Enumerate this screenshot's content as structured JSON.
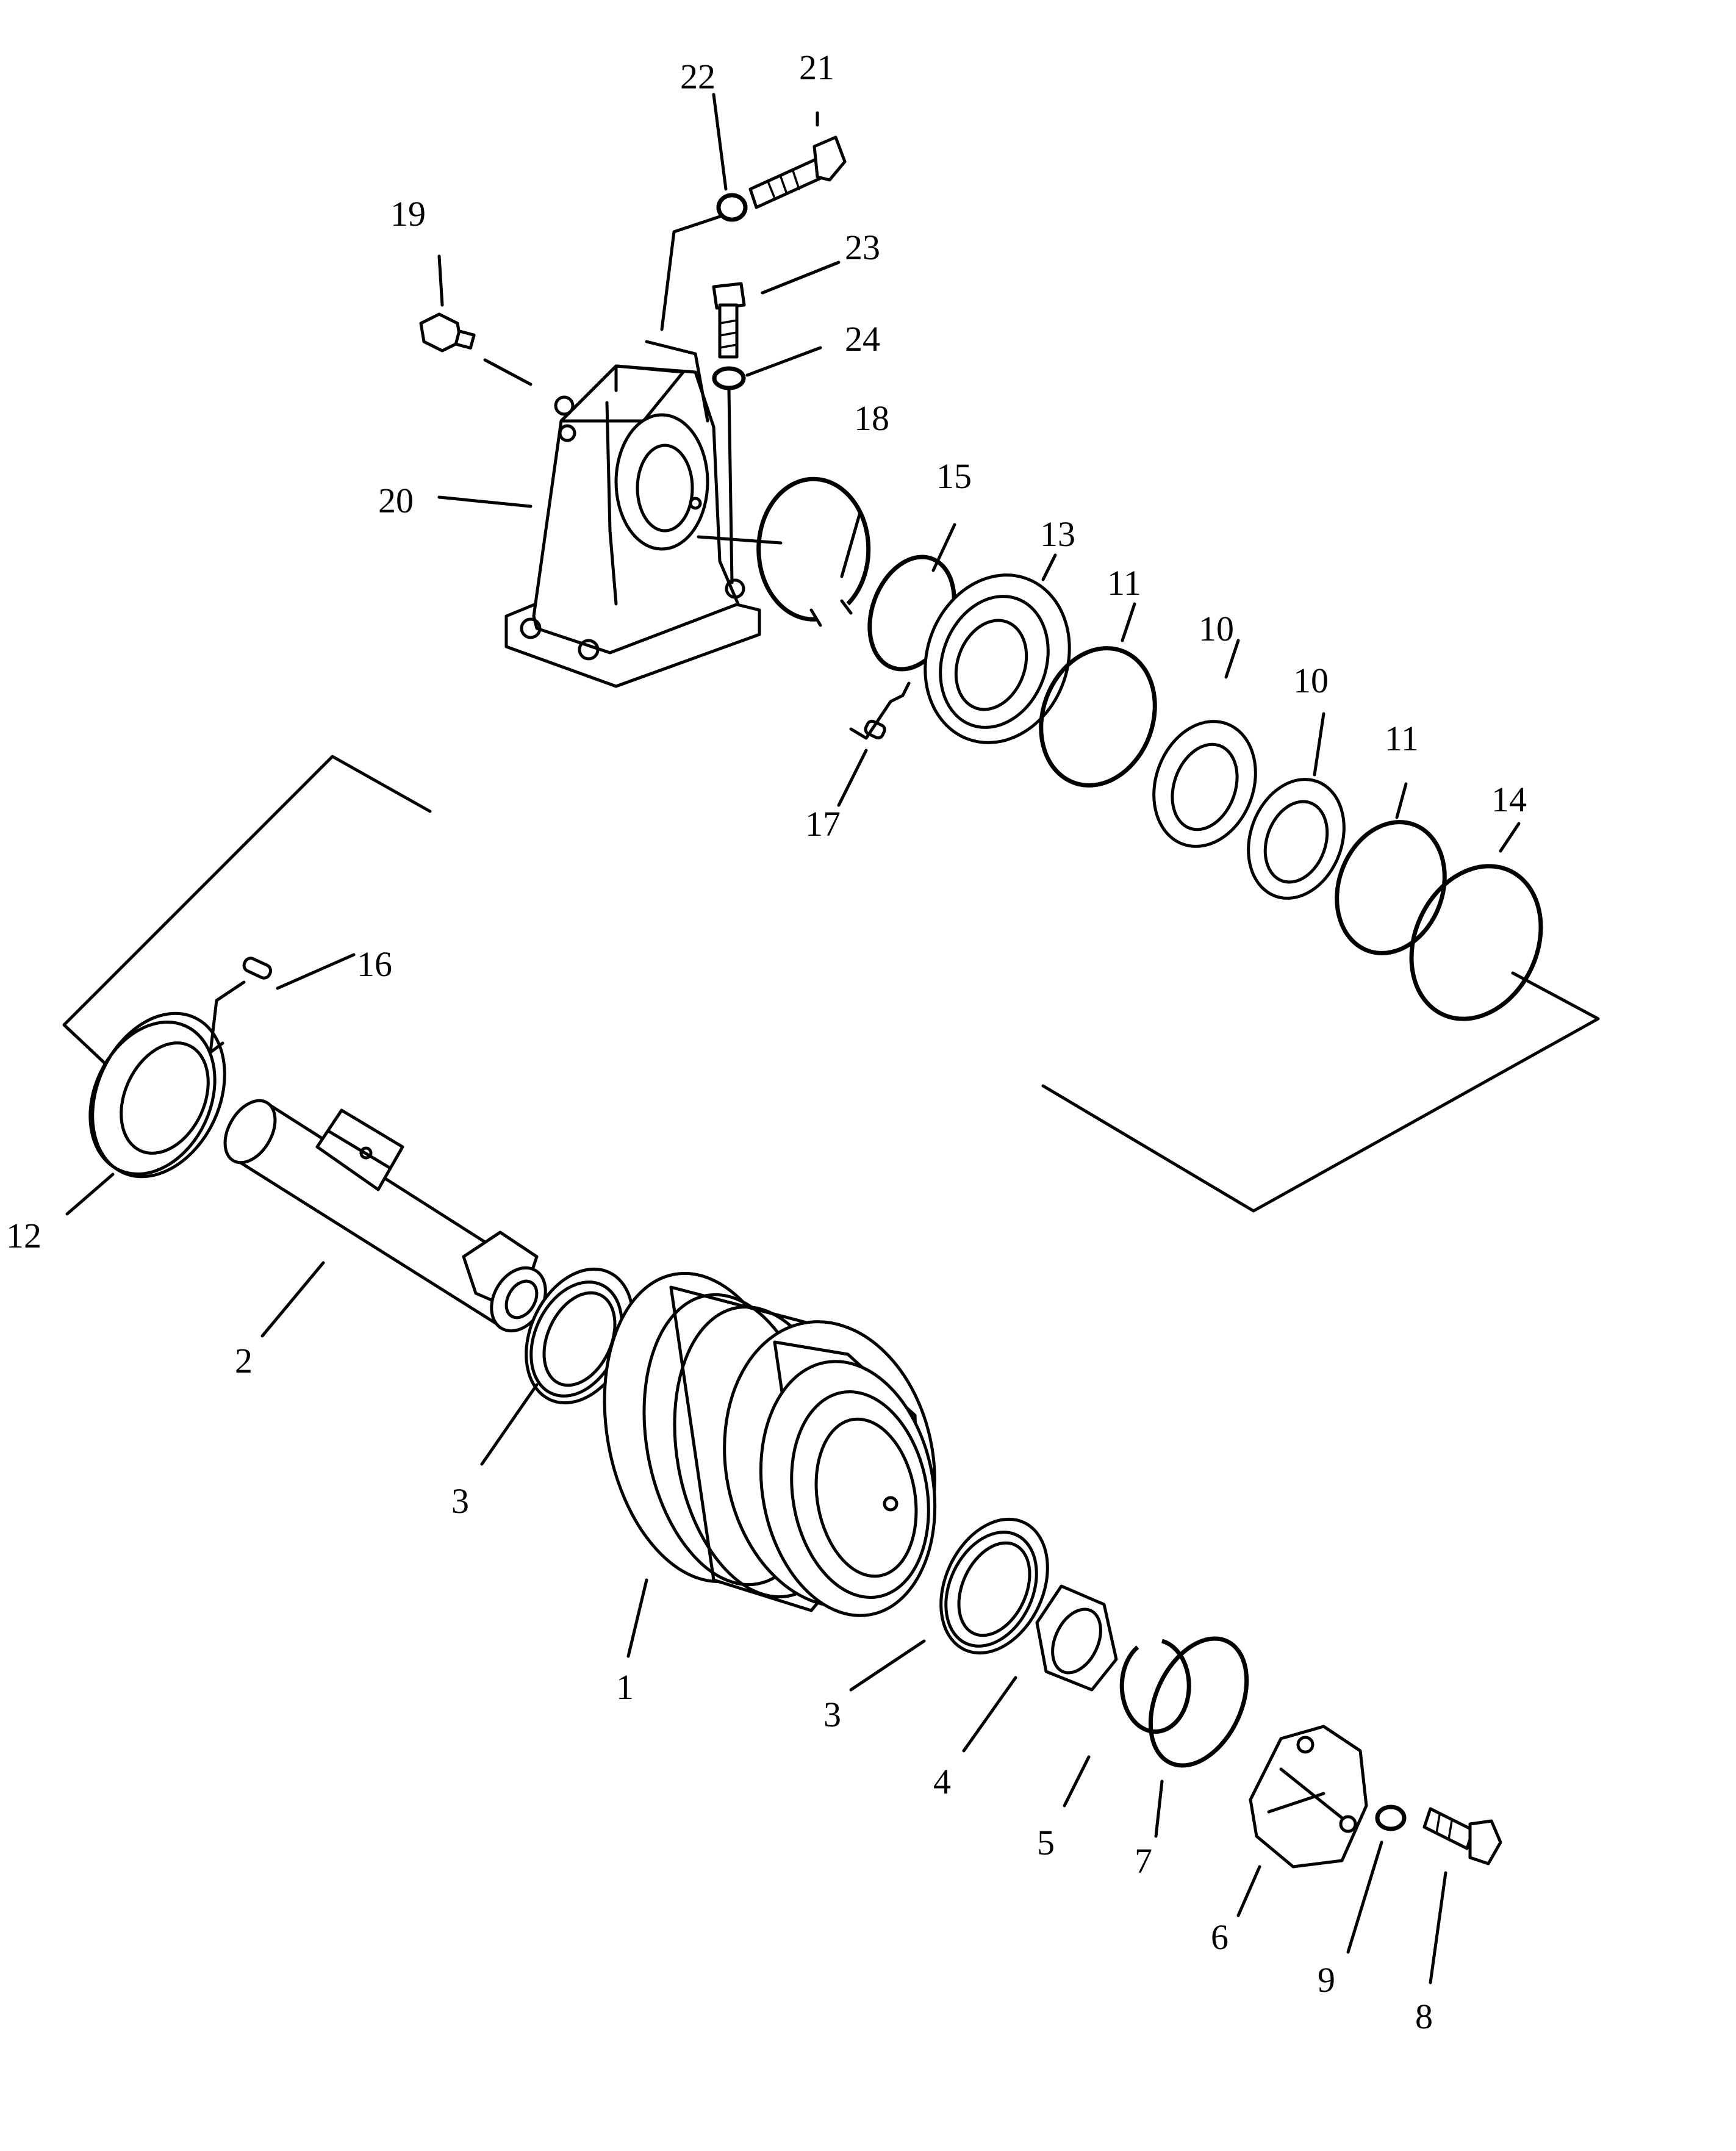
{
  "diagram": {
    "labels": [
      {
        "id": "c1",
        "text": "1"
      },
      {
        "id": "c2",
        "text": "2"
      },
      {
        "id": "c3a",
        "text": "3"
      },
      {
        "id": "c3b",
        "text": "3"
      },
      {
        "id": "c4",
        "text": "4"
      },
      {
        "id": "c5",
        "text": "5"
      },
      {
        "id": "c6",
        "text": "6"
      },
      {
        "id": "c7",
        "text": "7"
      },
      {
        "id": "c8",
        "text": "8"
      },
      {
        "id": "c9",
        "text": "9"
      },
      {
        "id": "c10a",
        "text": "10"
      },
      {
        "id": "c10b",
        "text": "10"
      },
      {
        "id": "c11a",
        "text": "11"
      },
      {
        "id": "c11b",
        "text": "11"
      },
      {
        "id": "c12",
        "text": "12"
      },
      {
        "id": "c13",
        "text": "13"
      },
      {
        "id": "c14",
        "text": "14"
      },
      {
        "id": "c15",
        "text": "15"
      },
      {
        "id": "c16",
        "text": "16"
      },
      {
        "id": "c17",
        "text": "17"
      },
      {
        "id": "c18",
        "text": "18"
      },
      {
        "id": "c19",
        "text": "19"
      },
      {
        "id": "c20",
        "text": "20"
      },
      {
        "id": "c21",
        "text": "21"
      },
      {
        "id": "c22",
        "text": "22"
      },
      {
        "id": "c23",
        "text": "23"
      },
      {
        "id": "c24",
        "text": "24"
      }
    ]
  }
}
